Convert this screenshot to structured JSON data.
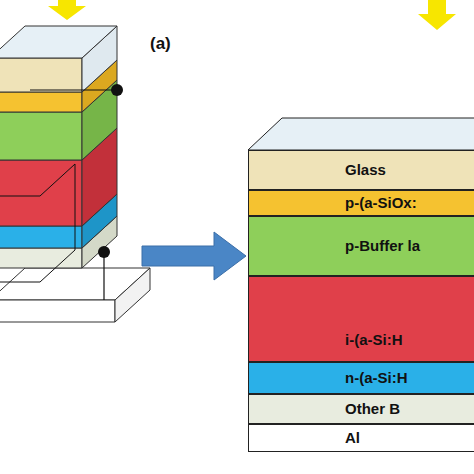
{
  "diagram": {
    "nodes": [
      {
        "text": [
          "Glass"
        ]
      },
      {
        "text": [
          "p-(a-SiOx:"
        ]
      },
      {
        "text": [
          "p-Buffer la"
        ]
      },
      {
        "text": [
          "i-(a-Si:H"
        ]
      },
      {
        "text": [
          "n-(a-Si:H"
        ]
      },
      {
        "text": [
          "Other B"
        ]
      },
      {
        "text": [
          "Al"
        ]
      }
    ],
    "labels": [
      "(a)"
    ]
  }
}
